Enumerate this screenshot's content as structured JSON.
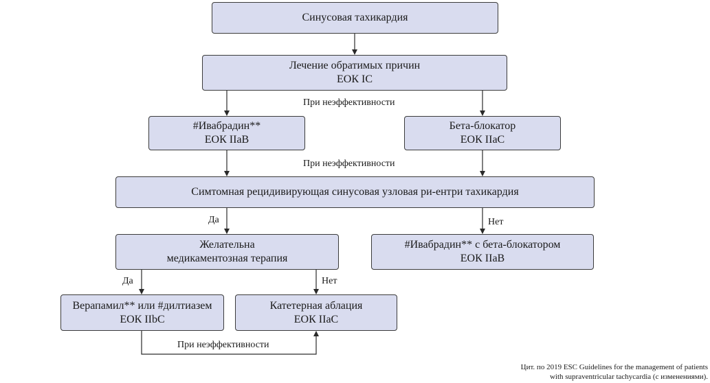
{
  "boxes": {
    "sinus": {
      "line1": "Синусовая тахикардия"
    },
    "treat": {
      "line1": "Лечение обратимых причин",
      "line2": "ЕОК IС"
    },
    "ivab": {
      "line1": "#Ивабрадин**",
      "line2": "ЕОК IIаB"
    },
    "beta": {
      "line1": "Бета-блокатор",
      "line2": "ЕОК IIаС"
    },
    "symp": {
      "line1": "Симтомная рецидивирующая синусовая узловая ри-ентри тахикардия"
    },
    "want": {
      "line1": "Желательна",
      "line2": "медикаментозная терапия"
    },
    "combo": {
      "line1": "#Ивабрадин** с бета-блокатором",
      "line2": "ЕОК IIаB"
    },
    "vera": {
      "line1": "Верапамил** или #дилтиазем",
      "line2": "ЕОК IIbС"
    },
    "abl": {
      "line1": "Катетерная аблация",
      "line2": "ЕОК IIаС"
    }
  },
  "labels": {
    "ineff1": "При неэффективности",
    "ineff2": "При неэффективности",
    "ineff3": "При неэффективности",
    "yes1": "Да",
    "no1": "Нет",
    "yes2": "Да",
    "no2": "Нет"
  },
  "caption": {
    "line1": "Цит. по 2019 ESC Guidelines for the management of patients",
    "line2": "with supraventricular tachycardia (с изменениями)."
  },
  "colors": {
    "box_fill": "#d9dcef",
    "stroke": "#3a3a3a"
  }
}
